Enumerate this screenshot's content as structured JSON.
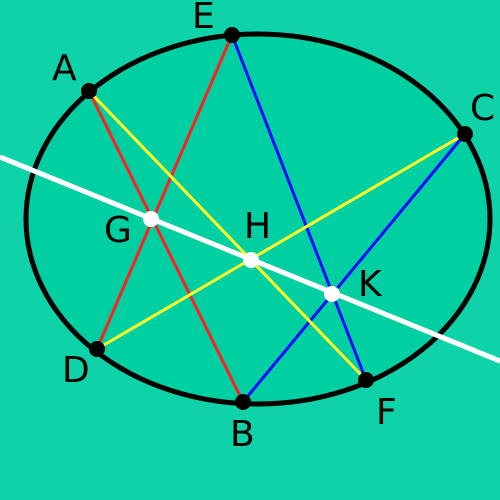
{
  "colors": {
    "background": "#0fd3a8",
    "ellipse_fill": "#00cfa2",
    "ellipse_stroke": "#000000",
    "red": "#ff1f1f",
    "blue": "#0a0aff",
    "yellow": "#ffff26",
    "white": "#ffffff",
    "point_on_curve": "#000000",
    "constructed_point": "#ffffff"
  },
  "points": {
    "A": "A",
    "B": "B",
    "C": "C",
    "D": "D",
    "E": "E",
    "F": "F",
    "G": "G",
    "H": "H",
    "K": "K"
  },
  "segments": [
    {
      "from": "A",
      "to": "B",
      "color": "red"
    },
    {
      "from": "E",
      "to": "D",
      "color": "red"
    },
    {
      "from": "E",
      "to": "F",
      "color": "blue"
    },
    {
      "from": "B",
      "to": "C",
      "color": "blue"
    },
    {
      "from": "A",
      "to": "F",
      "color": "yellow"
    },
    {
      "from": "D",
      "to": "C",
      "color": "yellow"
    }
  ],
  "pascal_line": [
    "G",
    "H",
    "K"
  ]
}
